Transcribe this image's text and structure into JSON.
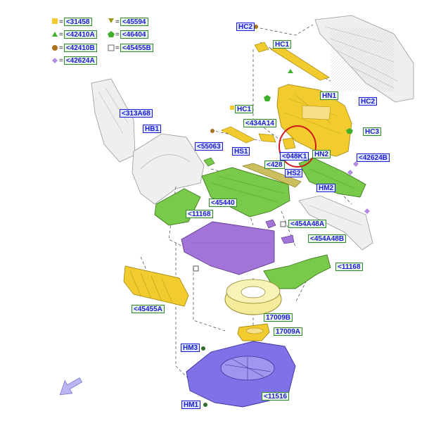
{
  "legend": [
    {
      "symbol": "square-yellow",
      "code": "<31458"
    },
    {
      "symbol": "triangle-down-olive",
      "code": "<45594"
    },
    {
      "symbol": "triangle-up-green",
      "code": "<42410A"
    },
    {
      "symbol": "pentagon-green",
      "code": "<46404"
    },
    {
      "symbol": "circle-brown",
      "code": "<42410B"
    },
    {
      "symbol": "square-outline",
      "code": "<45455B"
    },
    {
      "symbol": "diamond-violet",
      "code": "<42624A"
    }
  ],
  "legend_eq": "=",
  "callouts": [
    {
      "id": "HC2",
      "text": "HC2",
      "style": "blue"
    },
    {
      "id": "HC1a",
      "text": "HC1",
      "style": "green"
    },
    {
      "id": "HN1",
      "text": "HN1",
      "style": "green"
    },
    {
      "id": "HC2b",
      "text": "HC2",
      "style": "blue"
    },
    {
      "id": "313A68",
      "text": "<313A68",
      "style": "blue"
    },
    {
      "id": "HC1b",
      "text": "HC1",
      "style": "green"
    },
    {
      "id": "HC3",
      "text": "HC3",
      "style": "green"
    },
    {
      "id": "434A14",
      "text": "<434A14",
      "style": "green"
    },
    {
      "id": "HB1",
      "text": "HB1",
      "style": "blue"
    },
    {
      "id": "55063",
      "text": "<55063",
      "style": "blue"
    },
    {
      "id": "HS1",
      "text": "HS1",
      "style": "blue"
    },
    {
      "id": "048K1",
      "text": "<048K1",
      "style": "blue"
    },
    {
      "id": "HN2",
      "text": "HN2",
      "style": "green"
    },
    {
      "id": "42624B",
      "text": "<42624B",
      "style": "blue"
    },
    {
      "id": "428",
      "text": "<428",
      "style": "green"
    },
    {
      "id": "HS2",
      "text": "HS2",
      "style": "blue"
    },
    {
      "id": "HM2",
      "text": "HM2",
      "style": "blue"
    },
    {
      "id": "45440",
      "text": "<45440",
      "style": "green"
    },
    {
      "id": "11168a",
      "text": "<11168",
      "style": "green"
    },
    {
      "id": "454A48A",
      "text": "<454A48A",
      "style": "green"
    },
    {
      "id": "454A48B",
      "text": "<454A48B",
      "style": "green"
    },
    {
      "id": "11168b",
      "text": "<11168",
      "style": "green"
    },
    {
      "id": "45455A",
      "text": "<45455A",
      "style": "green"
    },
    {
      "id": "17009B",
      "text": "17009B",
      "style": "green"
    },
    {
      "id": "17009A",
      "text": "17009A",
      "style": "green"
    },
    {
      "id": "HM3",
      "text": "HM3",
      "style": "blue"
    },
    {
      "id": "11516",
      "text": "<11516",
      "style": "green"
    },
    {
      "id": "HM1",
      "text": "HM1",
      "style": "blue"
    }
  ],
  "colors": {
    "yellow_part": "#f2cc2e",
    "green_part": "#79c94a",
    "purple_part": "#a374d8",
    "blue_part": "#7f72e8",
    "gray_part": "#ededed",
    "highlight_ellipse": "#d01a1a"
  },
  "icons": [
    "direction-arrow-icon"
  ]
}
